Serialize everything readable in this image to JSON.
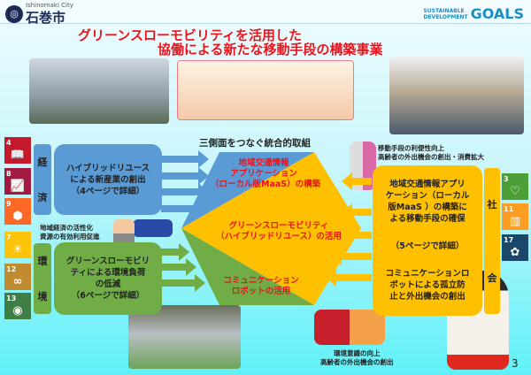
{
  "header": {
    "city_en": "Ishinomaki City",
    "city_jp": "石巻市",
    "sdg_line1": "SUSTAINABLE",
    "sdg_line2": "DEVELOPMENT",
    "sdg_goals": "GOALS"
  },
  "title": {
    "line1": "グリーンスローモビリティを活用した",
    "line2": "協働による新たな移動手段の構築事業"
  },
  "center_heading": "三側面をつなぐ統合的取組",
  "hexagon": {
    "top": [
      "地域交通情報",
      "アプリケーション",
      "（ローカル版MaaS）の構築"
    ],
    "middle": [
      "グリーンスローモビリティ",
      "（ハイブリッドリユース）の活用"
    ],
    "bottom": [
      "コミュニケーション",
      "ロボットの活用"
    ]
  },
  "economy": {
    "label": [
      "経",
      "済"
    ],
    "box": [
      "ハイブリッドリユース",
      "による新産業の創出",
      "（4ページで詳細）"
    ],
    "caption": [
      "地域経済の活性化",
      "資源の有効利用促進"
    ]
  },
  "environment": {
    "label": [
      "環",
      "境"
    ],
    "box": [
      "グリーンスローモビリ",
      "ティによる環境負荷",
      "の低減",
      "（6ページで詳細）"
    ],
    "caption": [
      "環境意識の向上",
      "高齢者の外出機会の創出"
    ]
  },
  "society": {
    "label": [
      "社",
      "会"
    ],
    "box1": [
      "地域交通情報アプリ",
      "ケーション（ローカル",
      "版MaaS ）の構築に",
      "よる移動手段の確保"
    ],
    "box1_ref": "（5ページで詳細）",
    "box2": [
      "コミュニケーションロ",
      "ボットによる孤立防",
      "止と外出機会の創出"
    ],
    "caption": [
      "移動手段の利便性向上",
      "高齢者の外出機会の創出・消費拡大"
    ]
  },
  "sdg_left": [
    {
      "n": "4",
      "c": "#c5192d",
      "g": "📖"
    },
    {
      "n": "8",
      "c": "#a21942",
      "g": "📈"
    },
    {
      "n": "9",
      "c": "#fd6925",
      "g": "⬢"
    },
    {
      "n": "7",
      "c": "#fcc30b",
      "g": "☀"
    },
    {
      "n": "12",
      "c": "#bf8b2e",
      "g": "∞"
    },
    {
      "n": "13",
      "c": "#3f7e44",
      "g": "◉"
    }
  ],
  "sdg_right": [
    {
      "n": "3",
      "c": "#4c9f38",
      "g": "♡"
    },
    {
      "n": "11",
      "c": "#fd9d24",
      "g": "▥"
    },
    {
      "n": "17",
      "c": "#19486a",
      "g": "✿"
    }
  ],
  "page_number": "3"
}
